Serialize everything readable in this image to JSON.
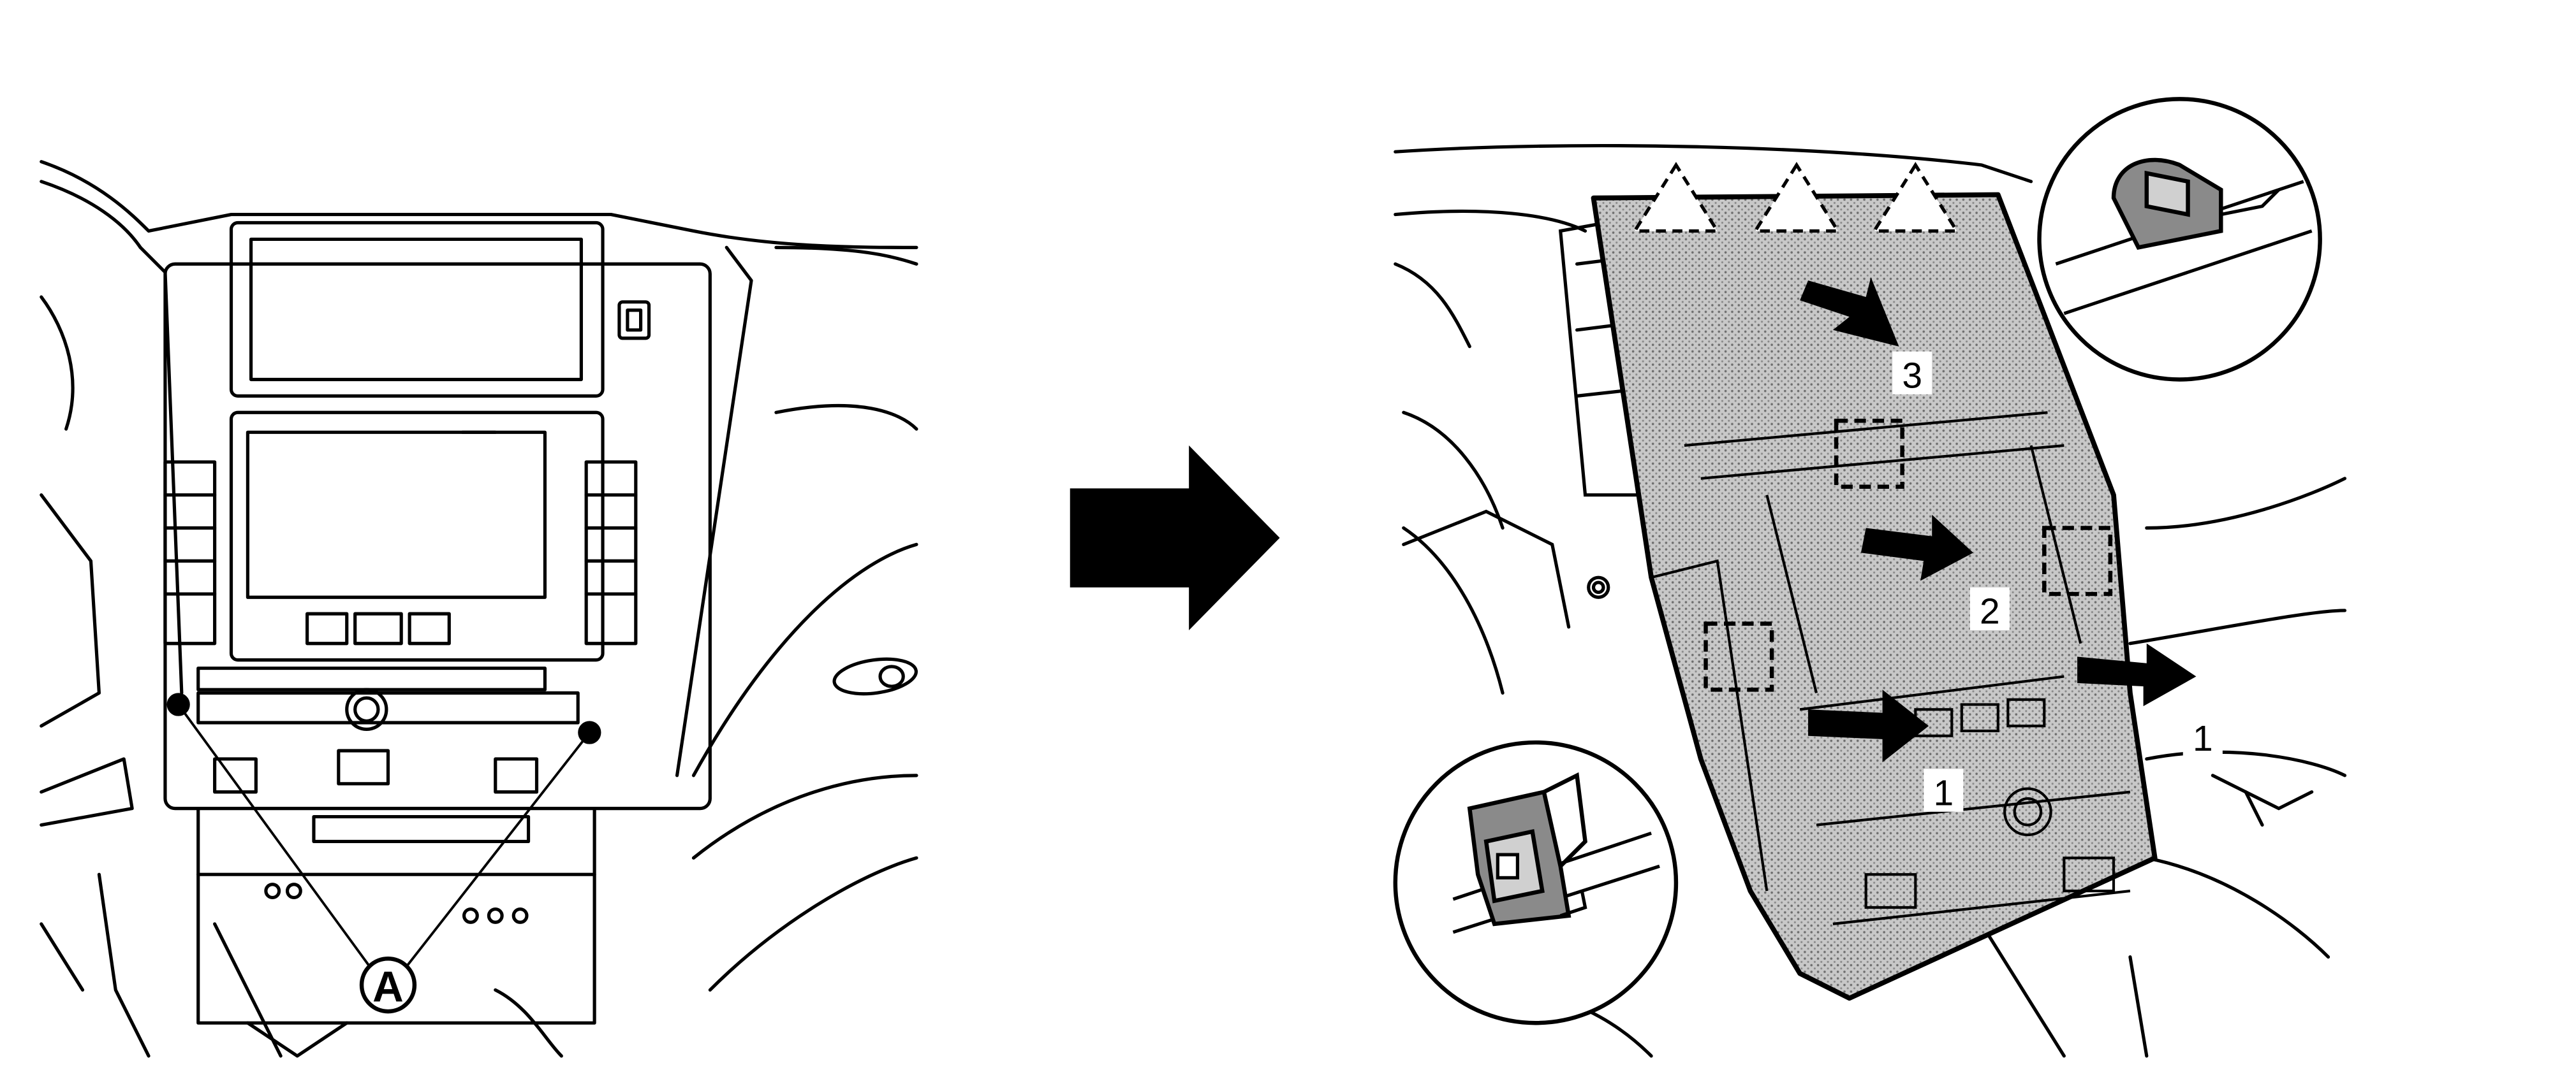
{
  "callouts": {
    "bolt_label": "A",
    "step_top": "3",
    "step_middle": "2",
    "step_bottom_left": "1",
    "step_bottom_right": "1"
  }
}
